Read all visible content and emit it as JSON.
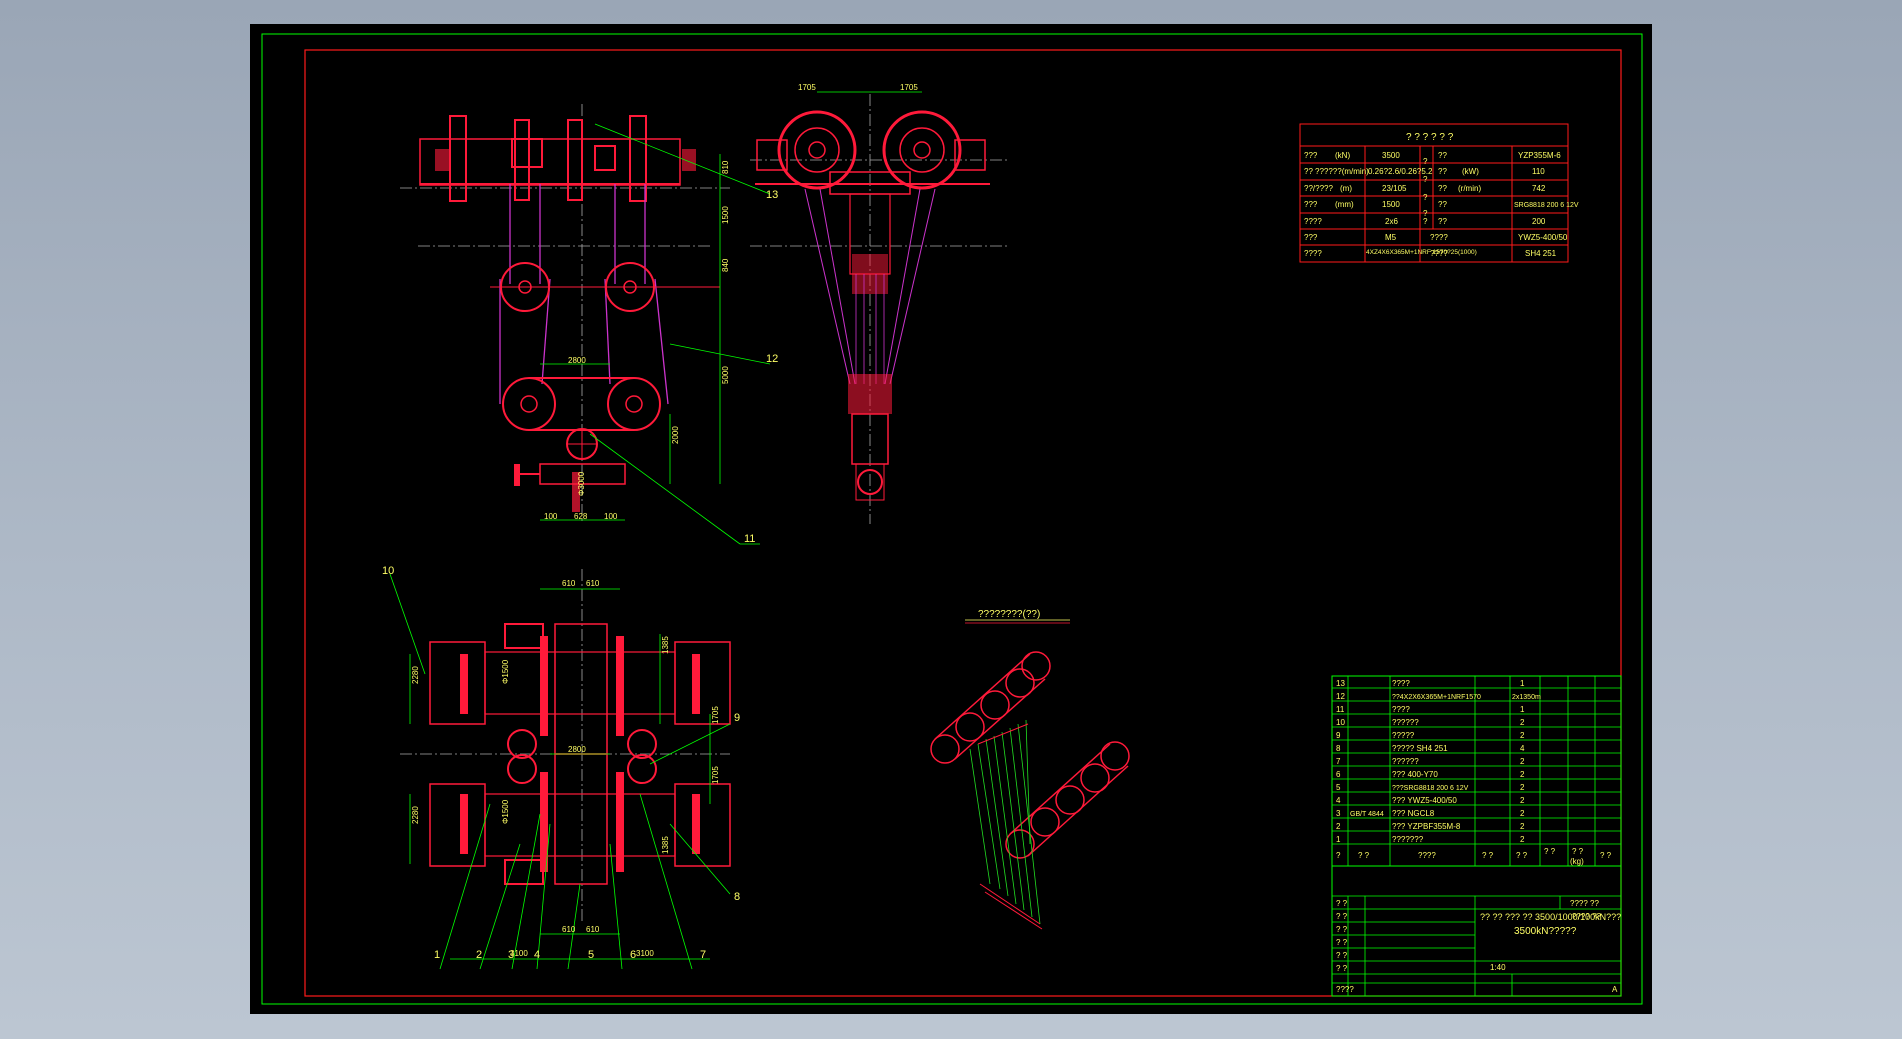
{
  "drawing": {
    "title_lines": [
      "?? ?? ??? ?? 3500/1000/100kN???",
      "3500kN?????"
    ],
    "scale": "1:40",
    "sheet_mark": "A"
  },
  "params_table": {
    "title": "? ? ? ? ? ?",
    "rows": [
      [
        "???",
        "(kN)",
        "3500",
        "?",
        "??",
        "YZP355M-6"
      ],
      [
        "??",
        "??????(m/min)",
        "0.26?2.6/0.26?5.2",
        "?",
        "??",
        "(kW)",
        "110"
      ],
      [
        "??/????",
        "(m)",
        "23/105",
        "?",
        "??",
        "(r/min)",
        "742"
      ],
      [
        "???",
        "(mm)",
        "1500",
        "?",
        "??",
        "SRG8818 200 6 12V"
      ],
      [
        "????",
        "2x6",
        "?",
        "??",
        "200"
      ],
      [
        "???",
        "M5",
        "????",
        "YWZ5-400/50"
      ],
      [
        "????",
        "4XZ4X6X365M+1NRF 1570?25(1000)",
        "????",
        "SH4 251"
      ]
    ]
  },
  "parts_list": {
    "header": [
      "?",
      "? ?",
      "????",
      "? ?",
      "? ?",
      "? ?",
      "? ?",
      "(kg)",
      "? ?"
    ],
    "rows": [
      [
        "13",
        "",
        "????",
        "1",
        ""
      ],
      [
        "12",
        "",
        "??4X2X6X365M+1NRF1570",
        "2x1350m",
        ""
      ],
      [
        "11",
        "",
        "????",
        "1",
        ""
      ],
      [
        "10",
        "",
        "??????",
        "2",
        ""
      ],
      [
        "9",
        "",
        "?????",
        "2",
        ""
      ],
      [
        "8",
        "",
        "????? SH4 251",
        "4",
        ""
      ],
      [
        "7",
        "",
        "??????",
        "2",
        ""
      ],
      [
        "6",
        "",
        "??? 400-Y70",
        "2",
        ""
      ],
      [
        "5",
        "",
        "???SRG8818 200 6 12V",
        "2",
        ""
      ],
      [
        "4",
        "",
        "??? YWZ5-400/50",
        "2",
        ""
      ],
      [
        "3",
        "GB/T 4844",
        "??? NGCL8",
        "2",
        ""
      ],
      [
        "2",
        "",
        "??? YZPBF355M-8",
        "2",
        ""
      ],
      [
        "1",
        "",
        "???????",
        "2",
        ""
      ]
    ]
  },
  "views": {
    "front_dims": [
      "810",
      "1500",
      "840",
      "5000",
      "2000",
      "2800",
      "100",
      "628",
      "100",
      "Φ3000"
    ],
    "side_dims": [
      "1705",
      "1705"
    ],
    "plan_dims": [
      "610",
      "610",
      "1385",
      "2280",
      "Φ1500",
      "1705",
      "2800",
      "1705",
      "2280",
      "Φ1500",
      "1385",
      "610",
      "610",
      "3100",
      "3100"
    ],
    "reeving_label": "????????(??)",
    "balloons": [
      "1",
      "2",
      "3",
      "4",
      "5",
      "6",
      "7",
      "8",
      "9",
      "10",
      "11",
      "12",
      "13"
    ]
  },
  "colors": {
    "background": "#000000",
    "outer_frame": "#00ff00",
    "inner_frame": "#ff0000",
    "geometry": "#ff0033",
    "text": "#ffff66",
    "rope": "#cc33cc"
  }
}
